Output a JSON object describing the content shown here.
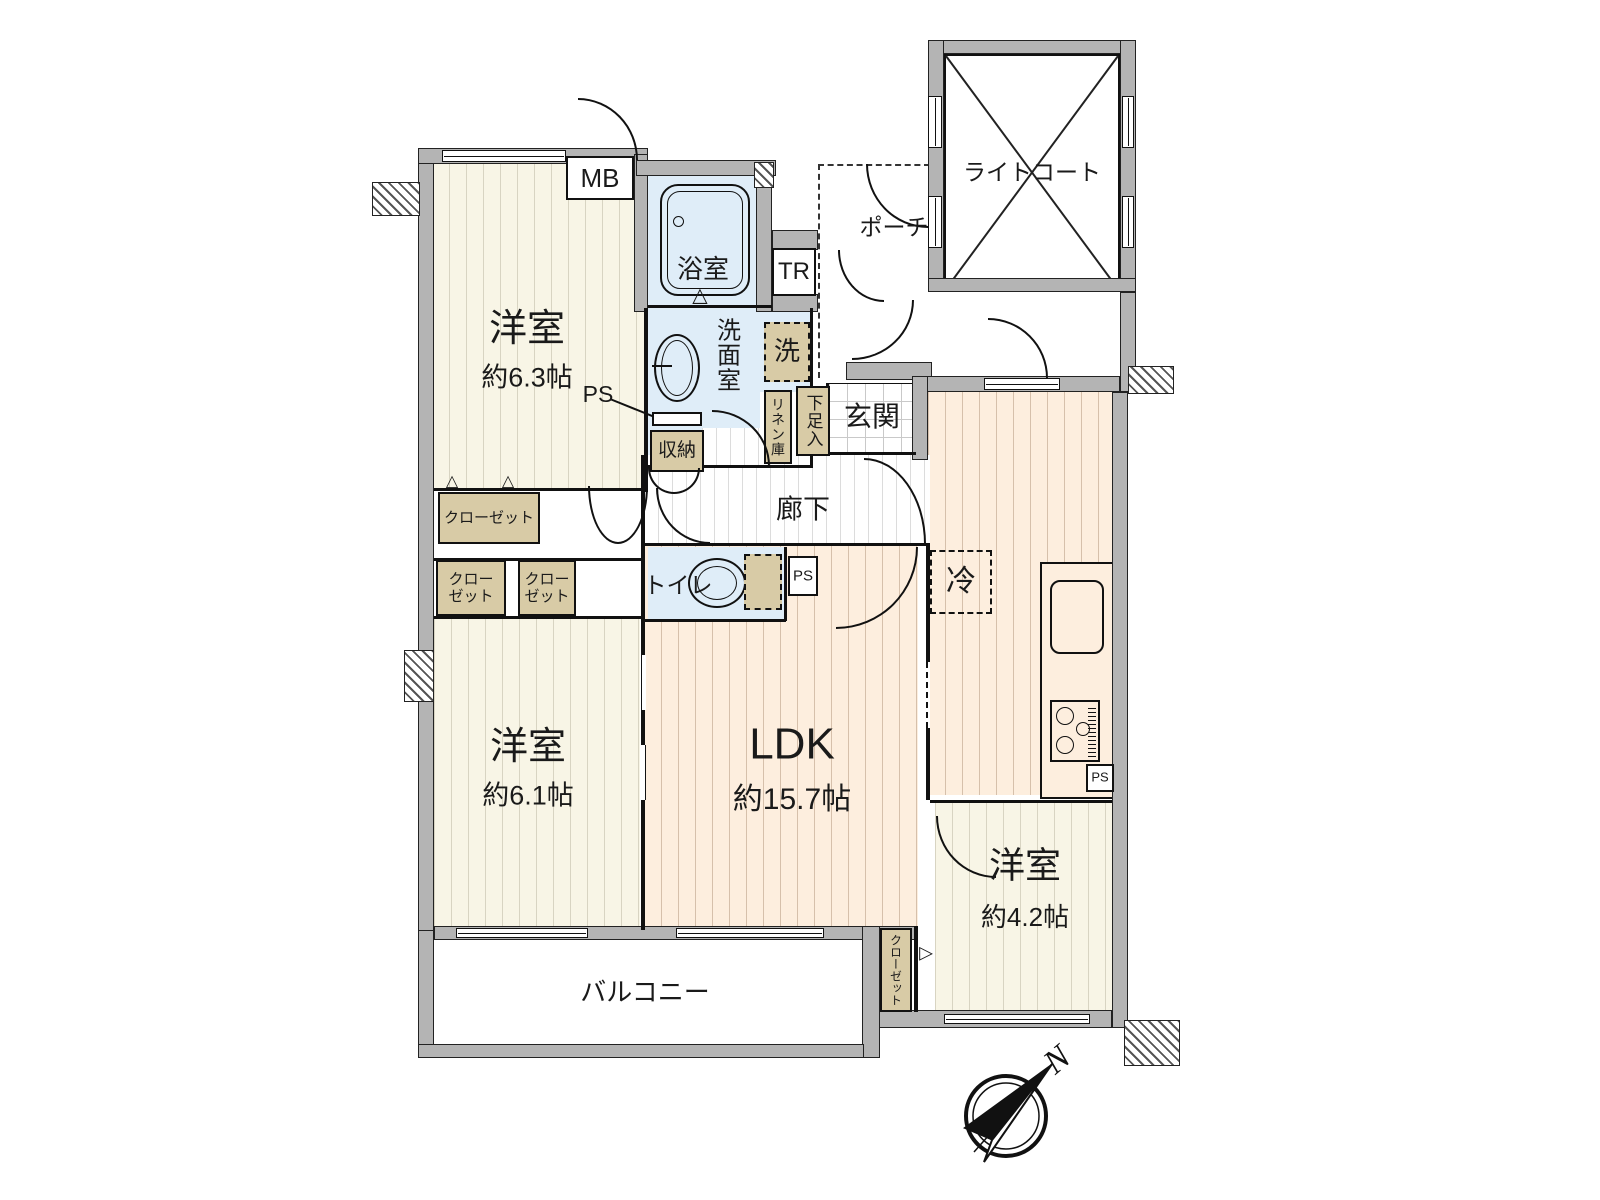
{
  "floorplan": {
    "rooms": {
      "western_room_1": {
        "label": "洋室",
        "size": "約6.3帖"
      },
      "western_room_2": {
        "label": "洋室",
        "size": "約6.1帖"
      },
      "western_room_3": {
        "label": "洋室",
        "size": "約4.2帖"
      },
      "ldk": {
        "label": "LDK",
        "size": "約15.7帖"
      },
      "bathroom": {
        "label": "浴室"
      },
      "washroom": {
        "label": "洗面室"
      },
      "toilet": {
        "label": "トイレ"
      },
      "entrance": {
        "label": "玄関"
      },
      "corridor": {
        "label": "廊下"
      },
      "porch": {
        "label": "ポーチ"
      },
      "light_court": {
        "label": "ライトコート"
      },
      "balcony": {
        "label": "バルコニー"
      }
    },
    "features": {
      "meter_box": "MB",
      "trunk_room": "TR",
      "pipe_space": "PS",
      "refrigerator": "冷",
      "washer": "洗",
      "storage": "収納",
      "linen_closet": "リネン庫",
      "shoe_box": "下足入",
      "closet": "クローゼット",
      "closet_line1": "クロー",
      "closet_line2": "ゼット",
      "north_mark": "N"
    },
    "icons": {
      "door_fold_up": "△",
      "door_fold_right": "▷"
    },
    "colors": {
      "wall_gray": "#b4b4b4",
      "room_cream": "#f8f5e6",
      "room_peach": "#fdeede",
      "wet_blue": "#dfedf8",
      "closet_beige": "#d8cba6",
      "line_black": "#111111"
    }
  }
}
